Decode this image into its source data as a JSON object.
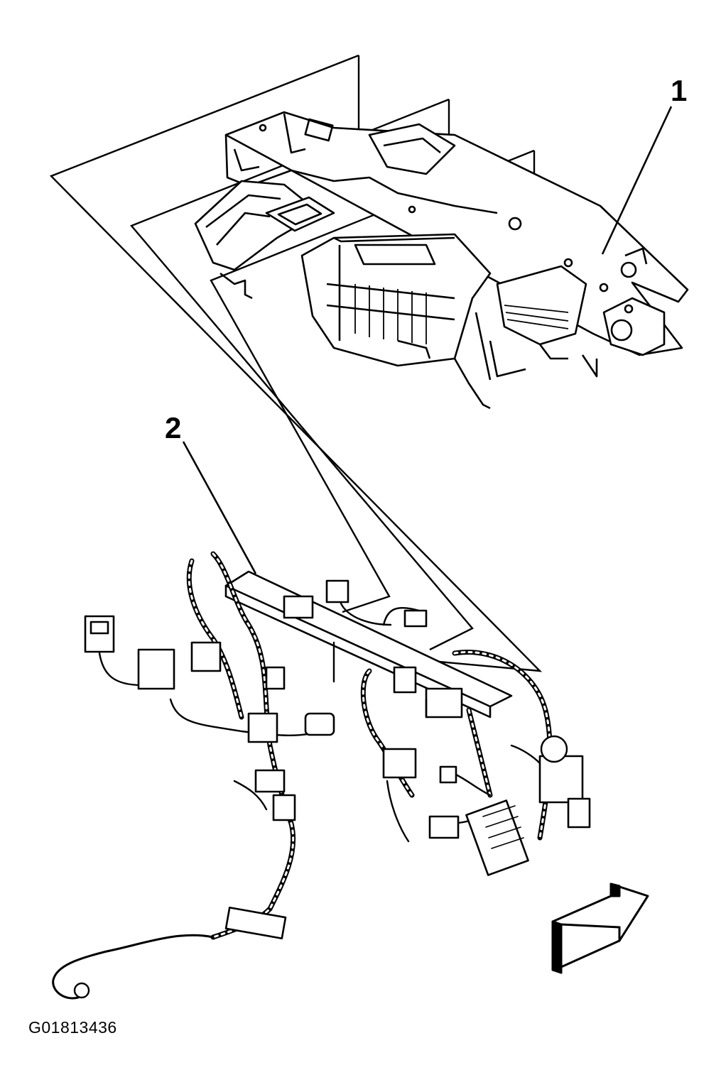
{
  "callouts": {
    "one": "1",
    "two": "2"
  },
  "figure_id": "G01813436",
  "colors": {
    "line": "#000000",
    "background": "#ffffff"
  },
  "icons": {
    "direction_arrow": "forward-arrow-icon"
  }
}
